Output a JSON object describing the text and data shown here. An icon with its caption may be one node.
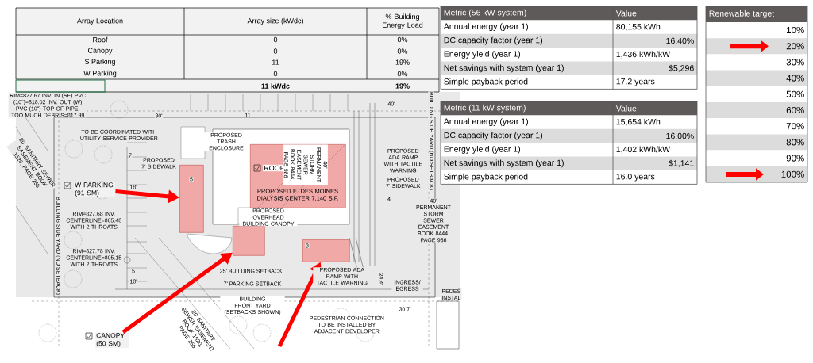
{
  "diagram": {
    "nodes": [
      {
        "text": [
          "W PARKING (91 SM)"
        ]
      },
      {
        "text": [
          "CANOPY (50 SM)"
        ]
      },
      {
        "text": [
          "ROOF",
          "PROPOSED E. DES MOINES DIALYSIS CENTER 7,140 S.F."
        ]
      },
      {
        "text": [],
        "shape": "box"
      },
      {
        "text": [],
        "shape": "box"
      },
      {
        "text": [],
        "shape": "box"
      }
    ],
    "edges": [
      {
        "from": 0,
        "to": 3,
        "arrow": "to"
      },
      {
        "from": 1,
        "to": 4,
        "arrow": "to"
      },
      {
        "from": null,
        "to": 5,
        "arrow": "to"
      }
    ],
    "labels": [
      "Array Location",
      "Array size  (kWdc)",
      "% Building Energy Load",
      "Roof",
      "0",
      "0%",
      "Canopy",
      "0",
      "0%",
      "S Parking",
      "11",
      "19%",
      "W Parking",
      "0",
      "0%",
      "11 kWdc",
      "19%",
      "Metric (56 kW system)",
      "Value",
      "Annual energy (year 1)",
      "80,155 kWh",
      "DC capacity factor (year 1)",
      "16.40%",
      "Energy yield (year 1)",
      "1,436 kWh/kW",
      "Net savings with system (year 1)",
      "$5,296",
      "Simple payback period",
      "17.2 years",
      "Metric (11 kW system)",
      "Value",
      "Annual energy (year 1)",
      "15,654 kWh",
      "DC capacity factor (year 1)",
      "16.00%",
      "Energy yield (year 1)",
      "1,402 kWh/kW",
      "Net savings with system (year 1)",
      "$1,141",
      "Simple payback period",
      "16.0 years",
      "Renewable target",
      "10%",
      "20%",
      "30%",
      "40%",
      "50%",
      "60%",
      "70%",
      "80%",
      "90%",
      "100%",
      "RIM=827.67 INV. IN (SE) PVC (10\")=818.02 INV. OUT (W) PVC (10\") TOP OF PIPE, TOO MUCH DEBRIS=817.99",
      "30'",
      "11",
      "40'",
      "TO BE COORDINATED WITH UTILITY SERVICE PROVIDER",
      "PROPOSED TRASH ENCLOSURE",
      "7",
      "20' SANITARY SEWER EASEMENT BOOK 1520, PAGE 255",
      "PROPOSED 7' SIDEWALK",
      "40' PERMANENT STORM SEWER EASEMENT BOOK 8444, PAGE 986",
      "PROPOSED ADA RAMP WITH TACTILE WARNING",
      "PROPOSED 7' SIDEWALK",
      "4",
      "18'",
      "5",
      "BUILDING SIDE YARD (NO SETBACK)",
      "BUILDING SIDE YARD (NO SETBACK)",
      "40' PERMANENT STORM SEWER EASEMENT BOOK 8444, PAGE 986",
      "RIM=827.68 INV. CENTERLINE=805.48 WITH 2 THROATS",
      "PROPOSED OVERHEAD BUILDING CANOPY",
      "3",
      "RIM=827.78 INV. CENTERLINE=805.15 WITH 2 THROATS",
      "5",
      "25' BUILDING SETBACK",
      "PROPOSED ADA RAMP WITH TACTILE WARNING",
      "7' PARKING SETBACK",
      "24.4'",
      "INGRESS/ EGRESS",
      "PEDES INSTAL",
      "18'",
      "BUILDING FRONT YARD (SETBACKS SHOWN)",
      "30.7'",
      "20' SANITARY SEWER EASEMENT BOOK 1520, PAGE 255",
      "PEDESTRIAN CONNECTION TO BE INSTALLED BY ADJACENT DEVELOPER"
    ]
  }
}
